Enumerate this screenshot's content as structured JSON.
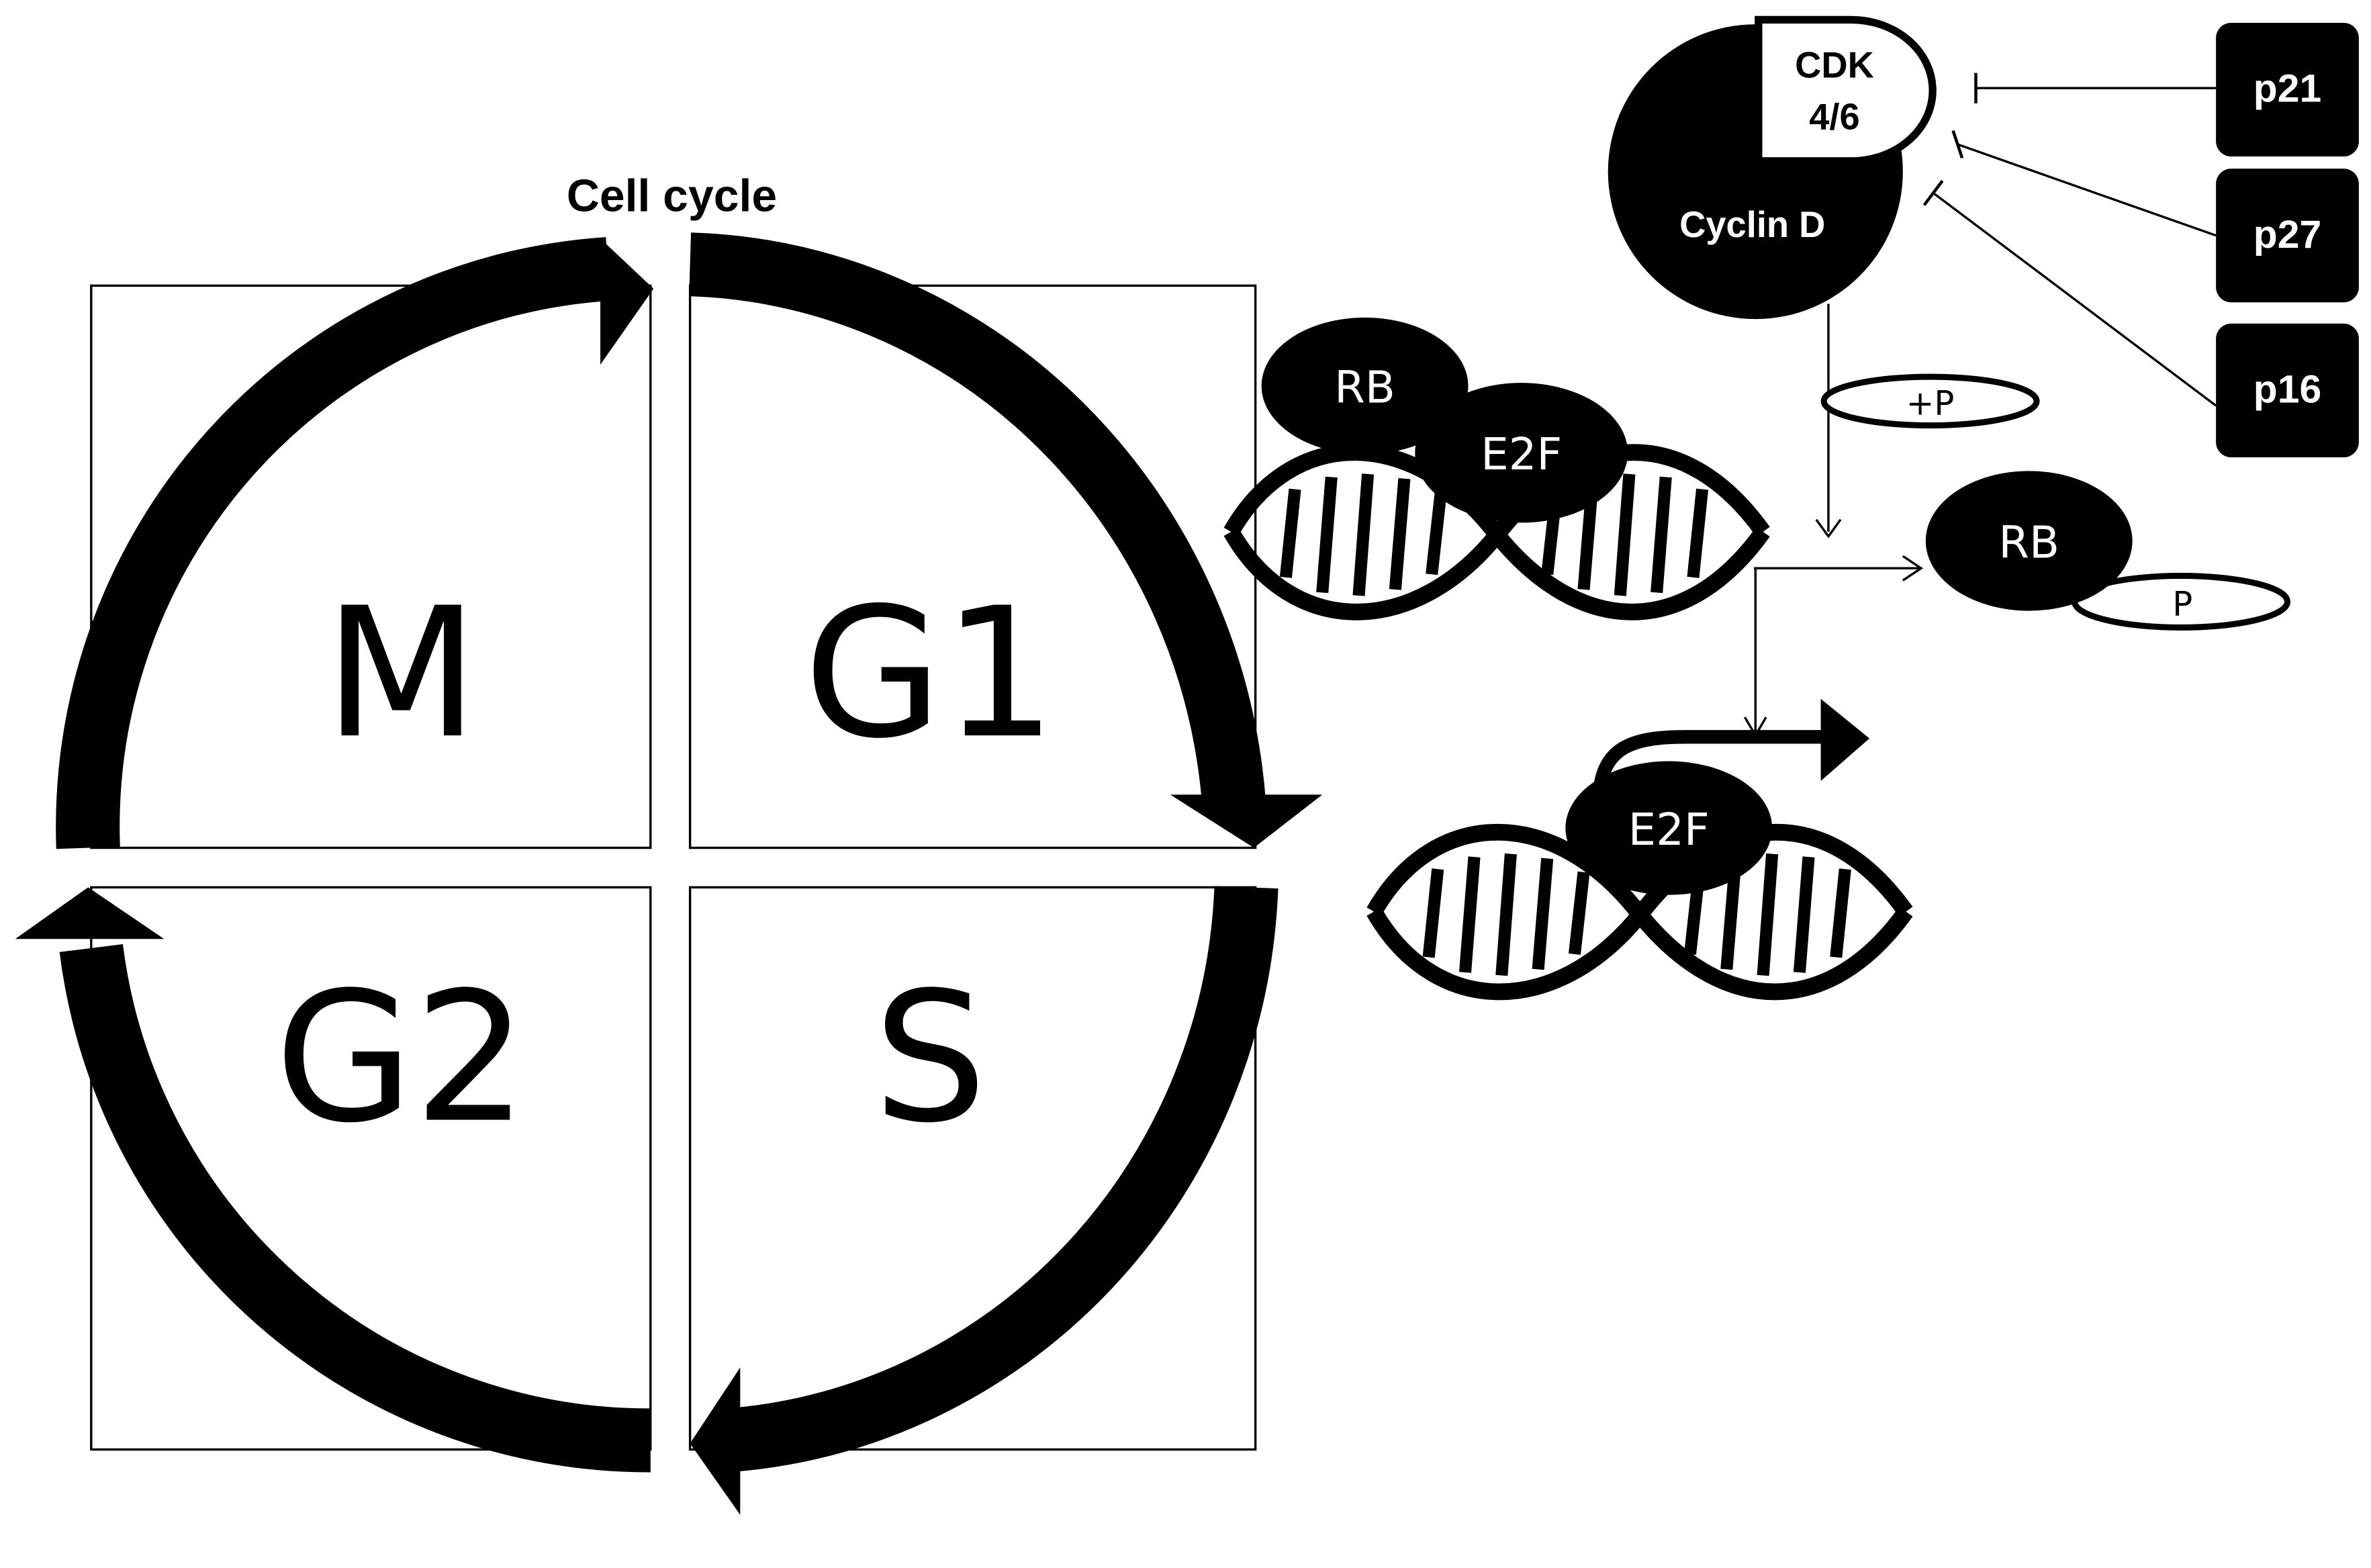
{
  "title": "Cell cycle",
  "phases": {
    "m": "M",
    "g1": "G1",
    "g2": "G2",
    "s": "S"
  },
  "complex": {
    "cdk": [
      "CDK",
      "4/6"
    ],
    "cyclin": "Cyclin D"
  },
  "inhibitors": [
    "p21",
    "p27",
    "p16"
  ],
  "phosphorylation": "+P",
  "rb_bound": {
    "rb": "RB",
    "e2f": "E2F"
  },
  "rb_phosphorylated": {
    "rb": "RB",
    "p": "P"
  },
  "e2f_free": "E2F",
  "colors": {
    "ink": "#000000",
    "paper": "#ffffff"
  }
}
